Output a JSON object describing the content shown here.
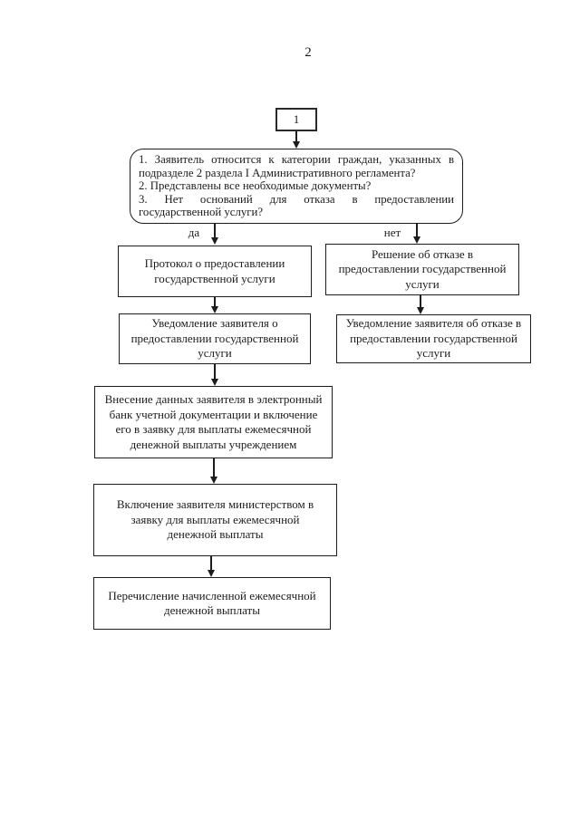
{
  "page_number": "2",
  "colors": {
    "ink": "#1c1c1c",
    "paper": "#ffffff"
  },
  "flow": {
    "entry_connector": "1",
    "decision_items": [
      "1. Заявитель относится к категории граждан, указанных в подразделе 2 раздела I Административного регламента?",
      "2. Представлены все необходимые документы?",
      "3. Нет оснований для отказа в предоставлении государственной услуги?"
    ],
    "label_yes": "да",
    "label_no": "нет",
    "yes_path": [
      "Протокол о предоставлении государственной услуги",
      "Уведомление заявителя о предоставлении государственной услуги",
      "Внесение данных заявителя в электронный банк учетной документации и включение его в заявку для выплаты ежемесячной денежной выплаты учреждением",
      "Включение заявителя министерством в заявку для выплаты ежемесячной денежной выплаты",
      "Перечисление начисленной ежемесячной денежной выплаты"
    ],
    "no_path": [
      "Решение об отказе в предоставлении государственной услуги",
      "Уведомление заявителя об отказе в предоставлении государственной услуги"
    ]
  }
}
